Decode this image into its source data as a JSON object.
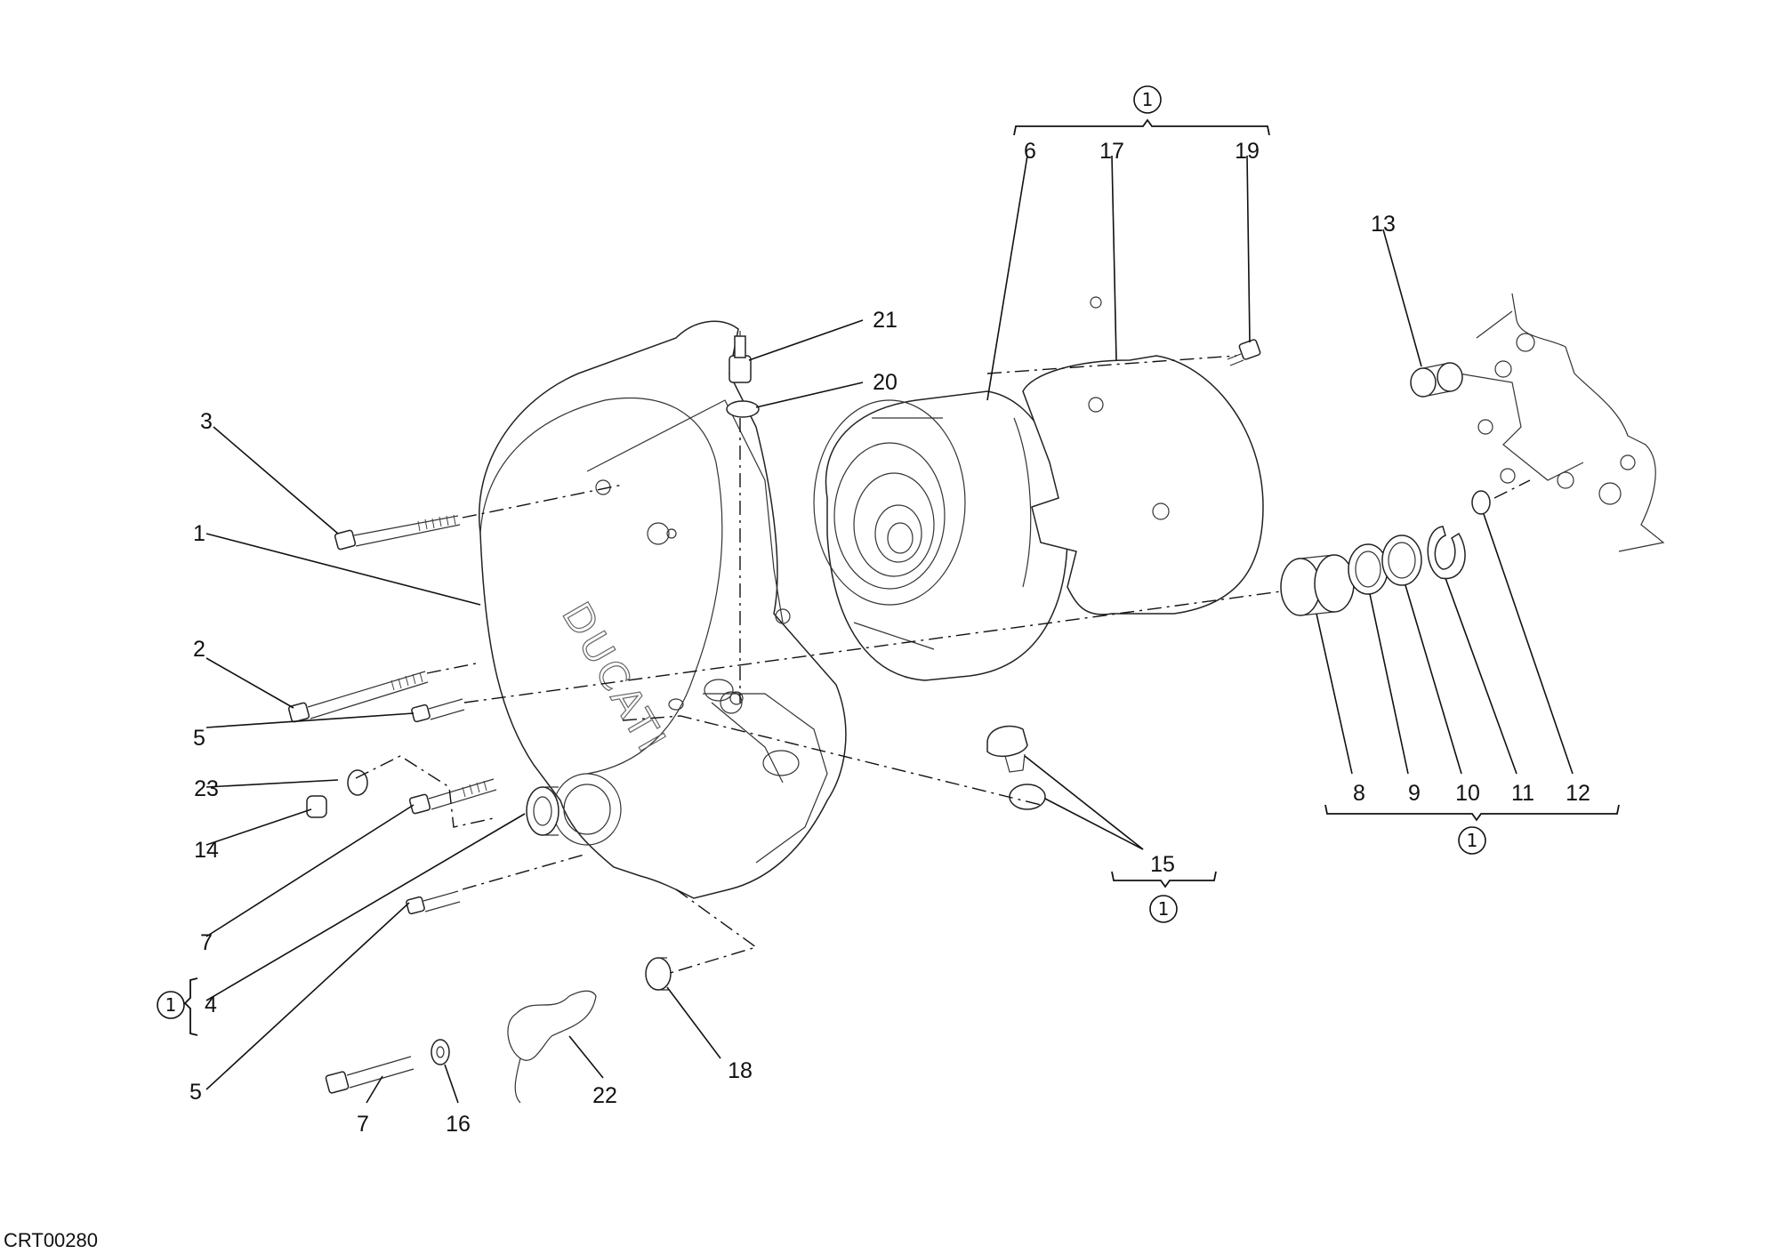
{
  "drawing_code": "CRT00280",
  "group_marker": "1",
  "callouts": {
    "c1": "1",
    "c2": "2",
    "c3": "3",
    "c4": "4",
    "c5a": "5",
    "c5b": "5",
    "c6": "6",
    "c7a": "7",
    "c7b": "7",
    "c8": "8",
    "c9": "9",
    "c10": "10",
    "c11": "11",
    "c12": "12",
    "c13": "13",
    "c14": "14",
    "c15": "15",
    "c16": "16",
    "c17": "17",
    "c18": "18",
    "c19": "19",
    "c20": "20",
    "c21": "21",
    "c22": "22",
    "c23": "23"
  },
  "cover_logo": "DUCATI"
}
